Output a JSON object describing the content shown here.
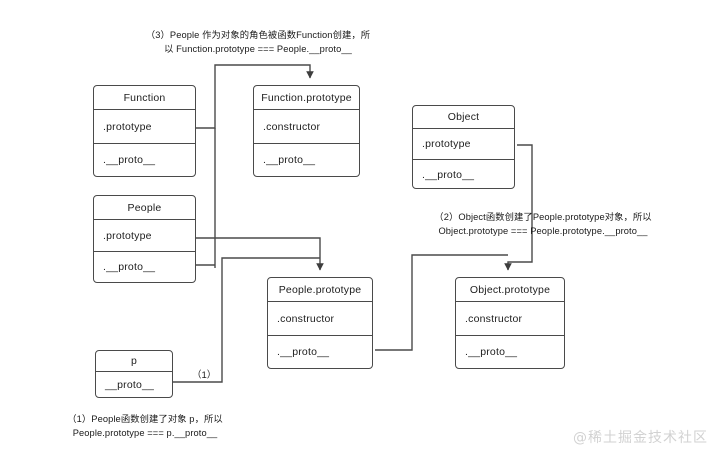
{
  "diagram": {
    "title_watermark": "@稀土掘金技术社区",
    "boxes": [
      {
        "id": "function",
        "name": "Function",
        "header": "Function",
        "rows": [
          ".prototype",
          ".__proto__"
        ]
      },
      {
        "id": "function-prototype",
        "name": "Function.prototype",
        "header": "Function.prototype",
        "rows": [
          ".constructor",
          ".__proto__"
        ]
      },
      {
        "id": "object",
        "name": "Object",
        "header": "Object",
        "rows": [
          ".prototype",
          ".__proto__"
        ]
      },
      {
        "id": "people",
        "name": "People",
        "header": "People",
        "rows": [
          ".prototype",
          ".__proto__"
        ]
      },
      {
        "id": "people-prototype",
        "name": "People.prototype",
        "header": "People.prototype",
        "rows": [
          ".constructor",
          ".__proto__"
        ]
      },
      {
        "id": "object-prototype",
        "name": "Object.prototype",
        "header": "Object.prototype",
        "rows": [
          ".constructor",
          ".__proto__"
        ]
      },
      {
        "id": "p",
        "name": "p",
        "header": "p",
        "rows": [
          "__proto__"
        ]
      }
    ],
    "notes": [
      {
        "id": "note-3",
        "text": "（3）People 作为对象的角色被函数Function创建，所\n以 Function.prototype === People.__proto__"
      },
      {
        "id": "note-2",
        "text": "（2）Object函数创建了People.prototype对象，所以\nObject.prototype === People.prototype.__proto__"
      },
      {
        "id": "note-1",
        "text": "（1）People函数创建了对象 p，所以\nPeople.prototype === p.__proto__"
      }
    ],
    "edge_labels": [
      {
        "id": "edge-label-1",
        "text": "（1）"
      }
    ],
    "colors": {
      "stroke": "#4a4a4a",
      "text": "#1d1d1d",
      "background": "#ffffff",
      "watermark": "#d2d2d2"
    }
  }
}
